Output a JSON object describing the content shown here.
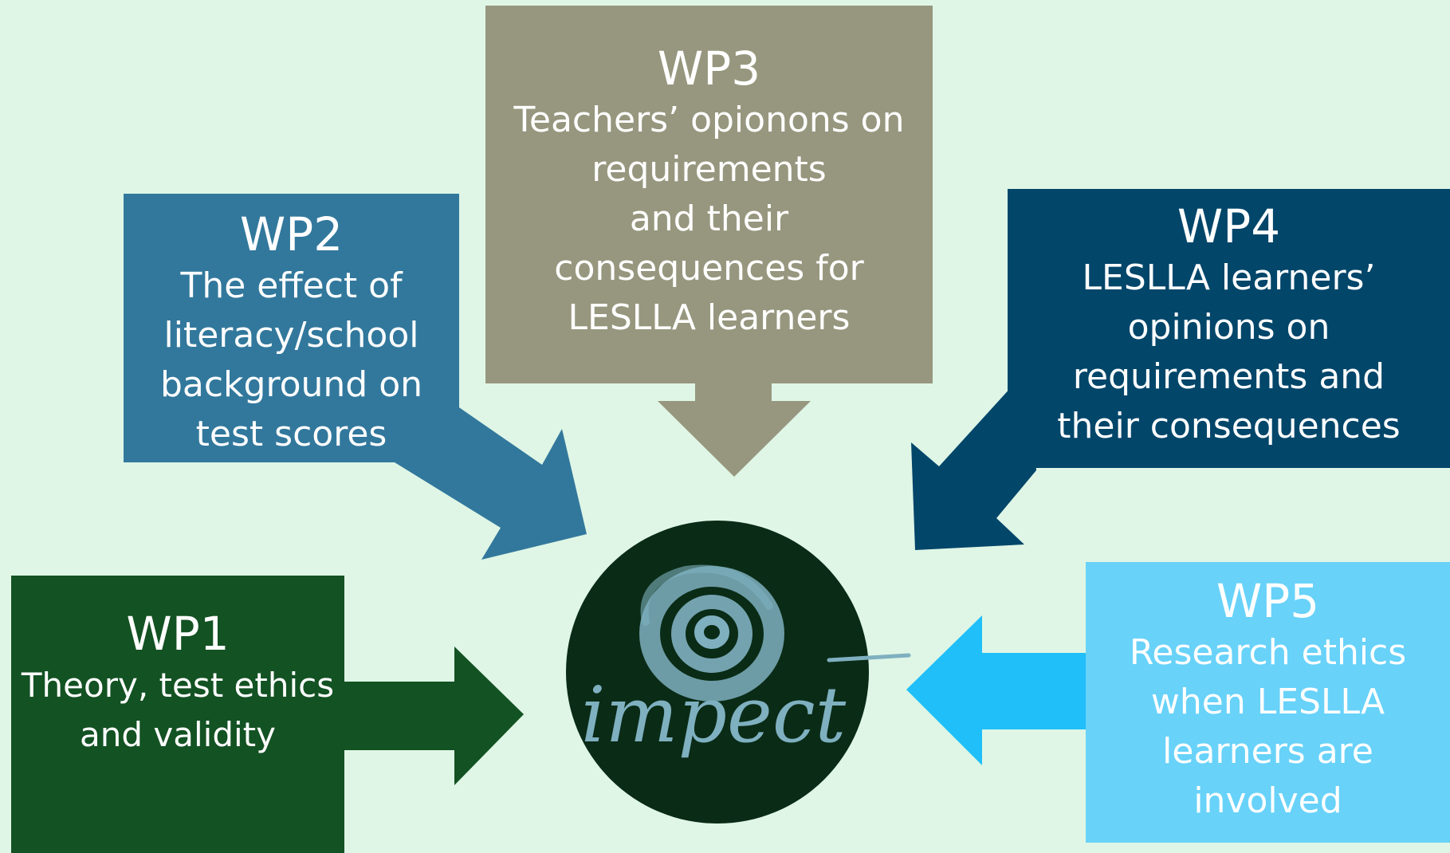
{
  "colors": {
    "background": "#dff6e6",
    "wp1": "#135223",
    "wp2": "#32789c",
    "wp3": "#97977f",
    "wp4": "#02466a",
    "wp5": "#68d2f9",
    "wp5_arrow": "#20bff9",
    "center": "#0a2b16",
    "logo_swirl": "#7fb0c0"
  },
  "logo": {
    "text": "impect"
  },
  "boxes": {
    "wp1": {
      "title": "WP1",
      "desc": "Theory, test ethics\nand validity"
    },
    "wp2": {
      "title": "WP2",
      "desc": "The effect of\nliteracy/school\nbackground on\ntest scores"
    },
    "wp3": {
      "title": "WP3",
      "desc": "Teachers’ opiоnons on\nrequirements\nand their\nconsequences for\nLESLLA learners"
    },
    "wp4": {
      "title": "WP4",
      "desc": "LESLLA learners’\nopinions on\nrequirements and\ntheir consequences"
    },
    "wp5": {
      "title": "WP5",
      "desc": "Research ethics\nwhen LESLLA\nlearners are\ninvolved"
    }
  }
}
